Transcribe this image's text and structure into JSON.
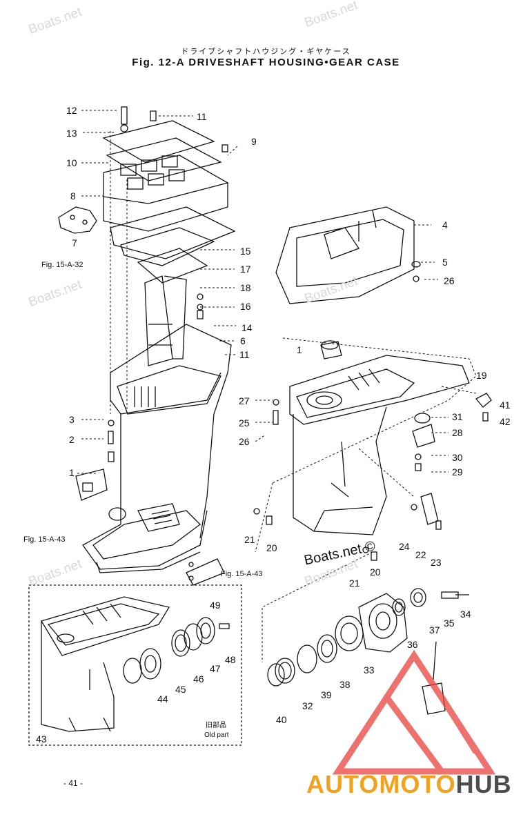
{
  "header": {
    "title_jp": "ドライブシャフトハウジング・ギヤケース",
    "title_en": "Fig. 12-A  DRIVESHAFT HOUSING•GEAR CASE"
  },
  "watermark": {
    "text": "Boats.net"
  },
  "copyright": "Boats.net ©",
  "references": {
    "fig_15_a_32": "Fig. 15-A-32",
    "fig_15_a_43_left": "Fig. 15-A-43",
    "fig_15_a_43_bottom": "Fig. 15-A-43"
  },
  "inset": {
    "old_part_jp": "旧部品",
    "old_part": "Old part"
  },
  "page_number": "- 41 -",
  "logo": {
    "part1": "AUTOMOTO",
    "part2": "HUB"
  },
  "colors": {
    "logo_red": "#e8423d",
    "logo_orange": "#f2a21c",
    "logo_gray": "#4d4d4d",
    "watermark": "#d8d8d8"
  },
  "callouts": [
    "1",
    "2",
    "3",
    "4",
    "5",
    "6",
    "7",
    "8",
    "9",
    "10",
    "11",
    "11",
    "12",
    "13",
    "14",
    "15",
    "16",
    "17",
    "18",
    "19",
    "1",
    "20",
    "20",
    "21",
    "21",
    "22",
    "23",
    "24",
    "25",
    "26",
    "26",
    "27",
    "28",
    "29",
    "30",
    "31",
    "32",
    "33",
    "34",
    "35",
    "36",
    "37",
    "38",
    "39",
    "40",
    "41",
    "42",
    "43",
    "44",
    "45",
    "46",
    "47",
    "48",
    "49"
  ]
}
